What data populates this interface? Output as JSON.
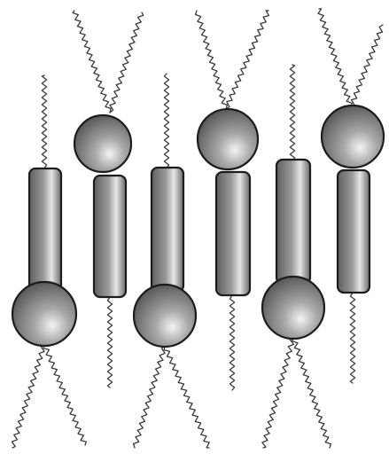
{
  "diagram": {
    "units": [
      {
        "name": "unit-top-1",
        "orientation": "head-up"
      },
      {
        "name": "unit-top-2",
        "orientation": "head-up"
      },
      {
        "name": "unit-top-3",
        "orientation": "head-up"
      },
      {
        "name": "unit-bottom-1",
        "orientation": "head-down"
      },
      {
        "name": "unit-bottom-2",
        "orientation": "head-down"
      },
      {
        "name": "unit-bottom-3",
        "orientation": "head-down"
      }
    ],
    "colors": {
      "head_light": "#f2f2f2",
      "head_dark": "#555555",
      "tail_light": "#ededed",
      "tail_dark": "#5a5a5a",
      "outline": "#1c1c1c",
      "chain": "#3a3a3a"
    }
  }
}
